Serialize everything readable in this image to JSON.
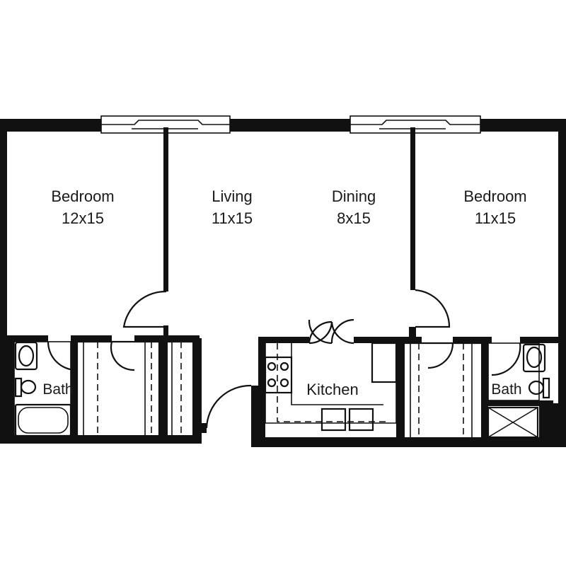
{
  "rooms": {
    "bedroom_left": {
      "name": "Bedroom",
      "size": "12x15"
    },
    "living": {
      "name": "Living",
      "size": "11x15"
    },
    "dining": {
      "name": "Dining",
      "size": "8x15"
    },
    "bedroom_right": {
      "name": "Bedroom",
      "size": "11x15"
    },
    "kitchen": {
      "name": "Kitchen"
    },
    "bath_left": {
      "name": "Bath"
    },
    "bath_right": {
      "name": "Bath"
    }
  },
  "colors": {
    "wall": "#111111",
    "background": "#ffffff"
  }
}
